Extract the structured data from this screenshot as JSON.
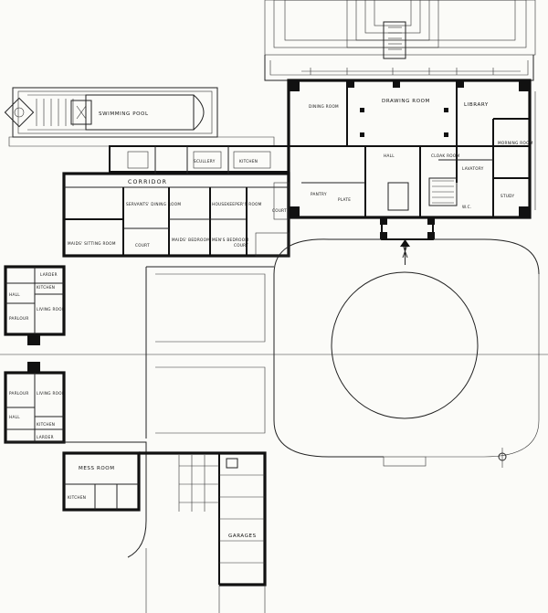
{
  "plan": {
    "rooms": {
      "swimming_pool": "SWIMMING POOL",
      "dining_room": "DINING ROOM",
      "drawing_room": "DRAWING ROOM",
      "library": "LIBRARY",
      "morning_room": "MORNING ROOM",
      "study": "STUDY",
      "hall": "HALL",
      "kitchen": "KITCHEN",
      "scullery": "SCULLERY",
      "corridor": "CORRIDOR",
      "servants_dining": "SERVANTS' DINING ROOM",
      "housekeepers_room": "HOUSEKEEPER'S ROOM",
      "maids_sitting_room": "MAIDS' SITTING ROOM",
      "pantry": "PANTRY",
      "plate": "PLATE",
      "court_left": "COURT",
      "court_mid": "COURT",
      "court_right": "COURT",
      "mens_bedroom": "MEN'S BEDROOM",
      "maids_bedroom": "MAIDS' BEDROOM",
      "lodge_top_larder": "LARDER",
      "lodge_top_kitchen": "KITCHEN",
      "lodge_top_hall": "HALL",
      "lodge_top_living": "LIVING ROOM",
      "lodge_top_parlour": "PARLOUR",
      "lodge_bot_parlour": "PARLOUR",
      "lodge_bot_living": "LIVING ROOM",
      "lodge_bot_hall": "HALL",
      "lodge_bot_kitchen": "KITCHEN",
      "lodge_bot_larder": "LARDER",
      "mess_room": "MESS ROOM",
      "mess_kitchen": "KITCHEN",
      "garages": "GARAGES",
      "cloak_room": "CLOAK ROOM",
      "lavatory": "LAVATORY",
      "wc": "W.C."
    }
  }
}
